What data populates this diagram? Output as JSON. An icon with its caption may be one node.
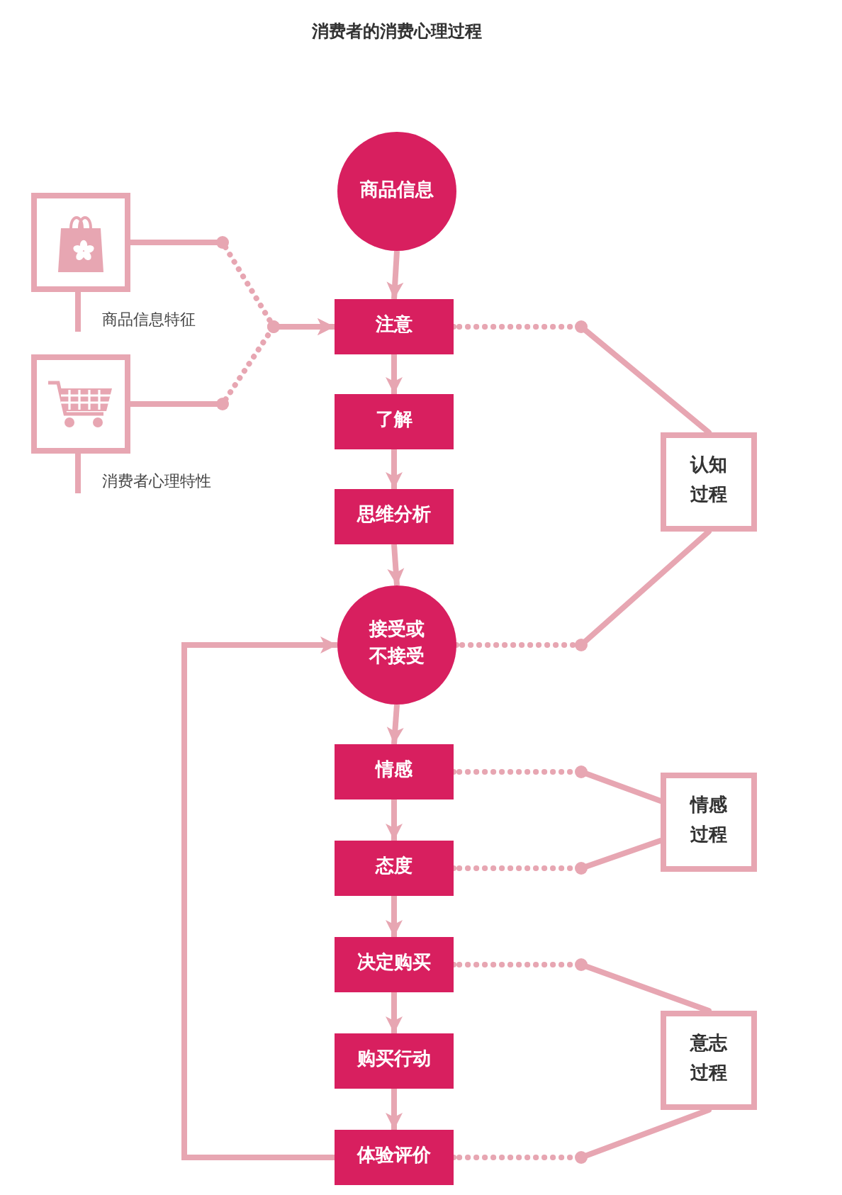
{
  "diagram": {
    "title": "消费者的消费心理过程",
    "nodes": [
      {
        "text": [
          "商品信息"
        ]
      },
      {
        "text": [
          "注意"
        ]
      },
      {
        "text": [
          "了解"
        ]
      },
      {
        "text": [
          "思维分析"
        ]
      },
      {
        "text": [
          "接受或不接受"
        ]
      },
      {
        "text": [
          "情感"
        ]
      },
      {
        "text": [
          "态度"
        ]
      },
      {
        "text": [
          "决定购买"
        ]
      },
      {
        "text": [
          "购买行动"
        ]
      },
      {
        "text": [
          "体验评价"
        ]
      },
      {
        "text": [
          "认知过程"
        ]
      },
      {
        "text": [
          "情感过程"
        ]
      },
      {
        "text": [
          "意志过程"
        ]
      },
      {
        "text": [],
        "shape": "box",
        "beside": [
          "商品信息特征"
        ]
      },
      {
        "text": [],
        "shape": "box",
        "beside": [
          "消费者心理特性"
        ]
      }
    ],
    "edges": [
      {
        "from": 0,
        "to": 1,
        "arrow": "to"
      },
      {
        "from": 1,
        "to": 2,
        "arrow": "to"
      },
      {
        "from": 2,
        "to": 3,
        "arrow": "to"
      },
      {
        "from": 3,
        "to": 4,
        "arrow": "to"
      },
      {
        "from": 4,
        "to": 5,
        "arrow": "to"
      },
      {
        "from": 5,
        "to": 6,
        "arrow": "to"
      },
      {
        "from": 6,
        "to": 7,
        "arrow": "to"
      },
      {
        "from": 7,
        "to": 8,
        "arrow": "to"
      },
      {
        "from": 8,
        "to": 9,
        "arrow": "to"
      },
      {
        "from": 9,
        "to": 4,
        "arrow": "to"
      },
      {
        "from": 13,
        "to": 1,
        "arrow": "to",
        "style": "dashed"
      },
      {
        "from": 14,
        "to": 1,
        "arrow": "to",
        "style": "dashed"
      },
      {
        "from": 1,
        "to": 10,
        "arrow": "none",
        "style": "dashed"
      },
      {
        "from": 4,
        "to": 10,
        "arrow": "none",
        "style": "dashed"
      },
      {
        "from": 5,
        "to": 11,
        "arrow": "none",
        "style": "dashed"
      },
      {
        "from": 6,
        "to": 11,
        "arrow": "none",
        "style": "dashed"
      },
      {
        "from": 7,
        "to": 12,
        "arrow": "none",
        "style": "dashed"
      },
      {
        "from": 9,
        "to": 12,
        "arrow": "none",
        "style": "dashed"
      }
    ]
  }
}
